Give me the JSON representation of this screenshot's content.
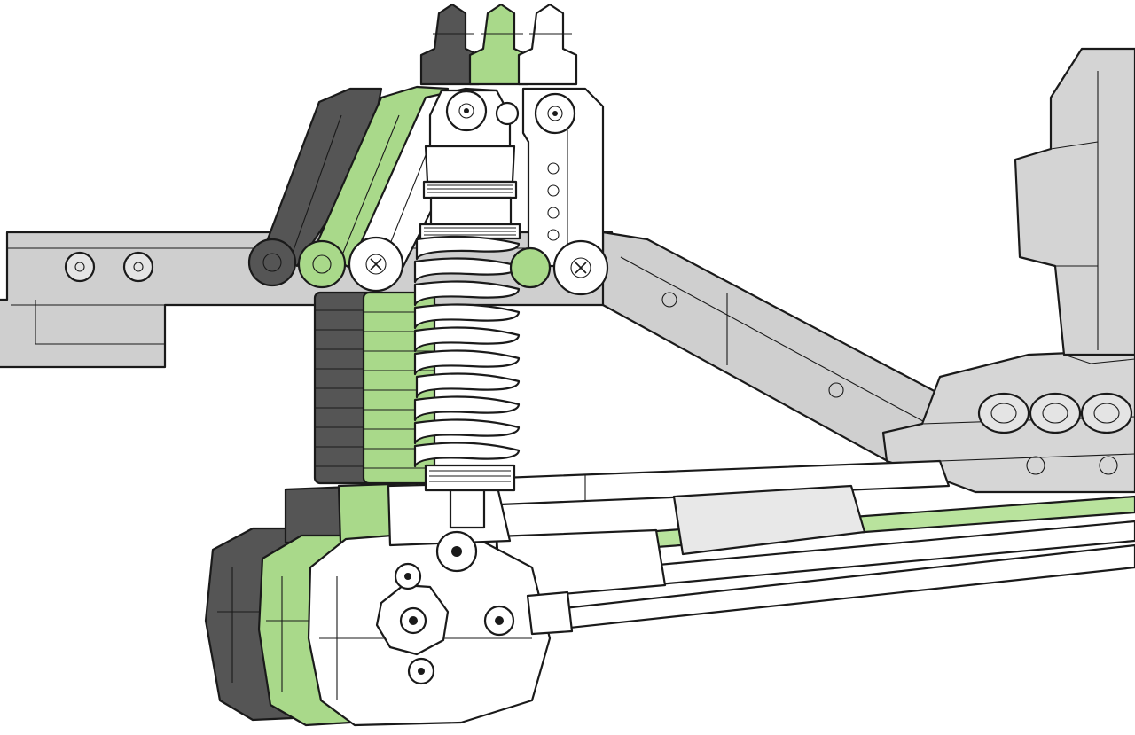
{
  "illustration": {
    "subject": "rc-crawler-front-suspension-shock-mount-positions",
    "positions": [
      {
        "id": "position-1",
        "tone": "dark-gray",
        "color": "#555555"
      },
      {
        "id": "position-2",
        "tone": "green",
        "color": "#a9d98a"
      },
      {
        "id": "position-3",
        "tone": "white",
        "color": "#ffffff"
      }
    ],
    "colors": {
      "background": "#ffffff",
      "chassis": "#cfcfcf",
      "chassis_light": "#e4e4e4",
      "outline": "#1a1a1a",
      "dark_part": "#555555",
      "green_part": "#a9d98a",
      "white_part": "#ffffff"
    }
  }
}
